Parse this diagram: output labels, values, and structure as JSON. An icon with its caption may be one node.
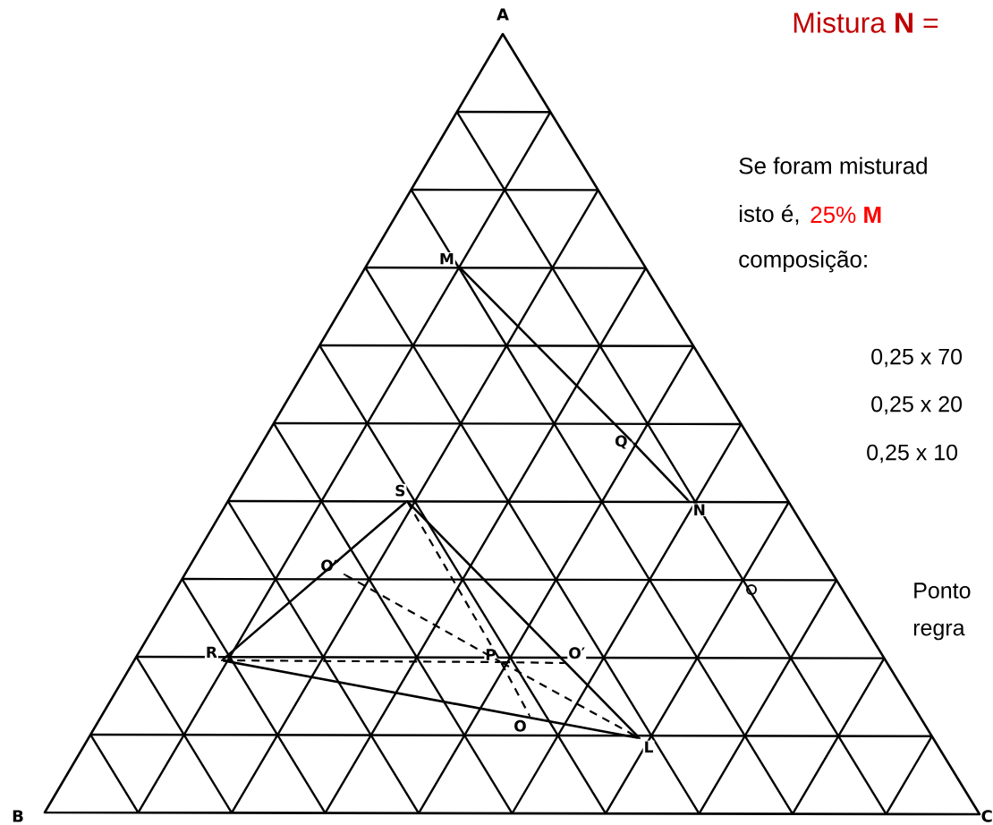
{
  "diagram": {
    "title": "Mistura **N** =",
    "nodes": [
      {
        "text": [
          "M"
        ]
      },
      {
        "text": [
          "Q"
        ]
      },
      {
        "text": [
          "N"
        ]
      },
      {
        "text": [
          "S"
        ]
      },
      {
        "text": [
          "O″"
        ]
      },
      {
        "text": [
          "R"
        ]
      },
      {
        "text": [
          "P"
        ]
      },
      {
        "text": [
          "O′"
        ]
      },
      {
        "text": [
          "O"
        ]
      },
      {
        "text": [
          "L"
        ]
      }
    ],
    "edges": [
      {
        "from": 0,
        "to": 1,
        "arrow": "none"
      },
      {
        "from": 1,
        "to": 2,
        "arrow": "none"
      },
      {
        "from": 3,
        "to": 5,
        "arrow": "none"
      },
      {
        "from": 5,
        "to": 9,
        "arrow": "none"
      },
      {
        "from": 3,
        "to": 9,
        "arrow": "none"
      },
      {
        "from": 5,
        "to": 6,
        "arrow": "none",
        "style": "dashed"
      },
      {
        "from": 6,
        "to": 7,
        "arrow": "none",
        "style": "dashed"
      },
      {
        "from": 3,
        "to": 6,
        "arrow": "none",
        "style": "dashed"
      },
      {
        "from": 6,
        "to": 8,
        "arrow": "none",
        "style": "dashed"
      },
      {
        "from": 4,
        "to": 6,
        "arrow": "none",
        "style": "dashed"
      },
      {
        "from": 6,
        "to": 9,
        "arrow": "none",
        "style": "dashed"
      }
    ],
    "labels": [
      "A",
      "B",
      "C",
      "Se foram misturad",
      "isto é,",
      "25% **M**",
      "composição:",
      "0,25 x 70",
      "0,25 x 20",
      "0,25 x 10",
      "Ponto",
      "regra"
    ]
  }
}
